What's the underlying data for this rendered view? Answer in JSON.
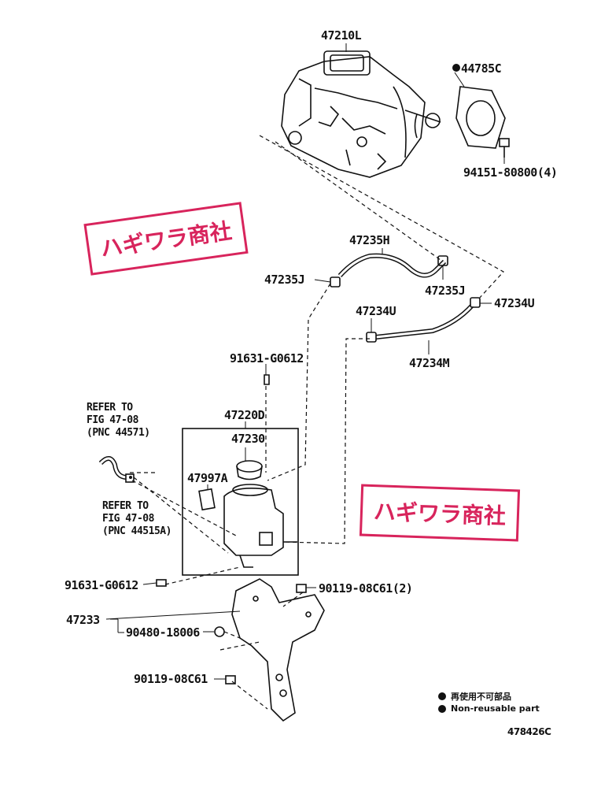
{
  "stamps": [
    "ハギワラ商社",
    "ハギワラ商社"
  ],
  "labels": {
    "p47210L": "47210L",
    "p44785C": "44785C",
    "p94151": "94151-80800(4)",
    "p47235H": "47235H",
    "p47235J_left": "47235J",
    "p47235J_right": "47235J",
    "p47234U_right": "47234U",
    "p47234U_mid": "47234U",
    "p47234M": "47234M",
    "p91631_top": "91631-G0612",
    "p47220D": "47220D",
    "p47230": "47230",
    "p47997A": "47997A",
    "refer1": [
      "REFER TO",
      "FIG 47-08",
      "(PNC 44571)"
    ],
    "refer2": [
      "REFER TO",
      "FIG 47-08",
      "(PNC 44515A)"
    ],
    "p91631_bottom": "91631-G0612",
    "p90119_2": "90119-08C61(2)",
    "p47233": "47233",
    "p90480": "90480-18006",
    "p90119": "90119-08C61"
  },
  "legend": {
    "jp": "再使用不可部品",
    "en": "Non-reusable part"
  },
  "figure_id": "478426C"
}
